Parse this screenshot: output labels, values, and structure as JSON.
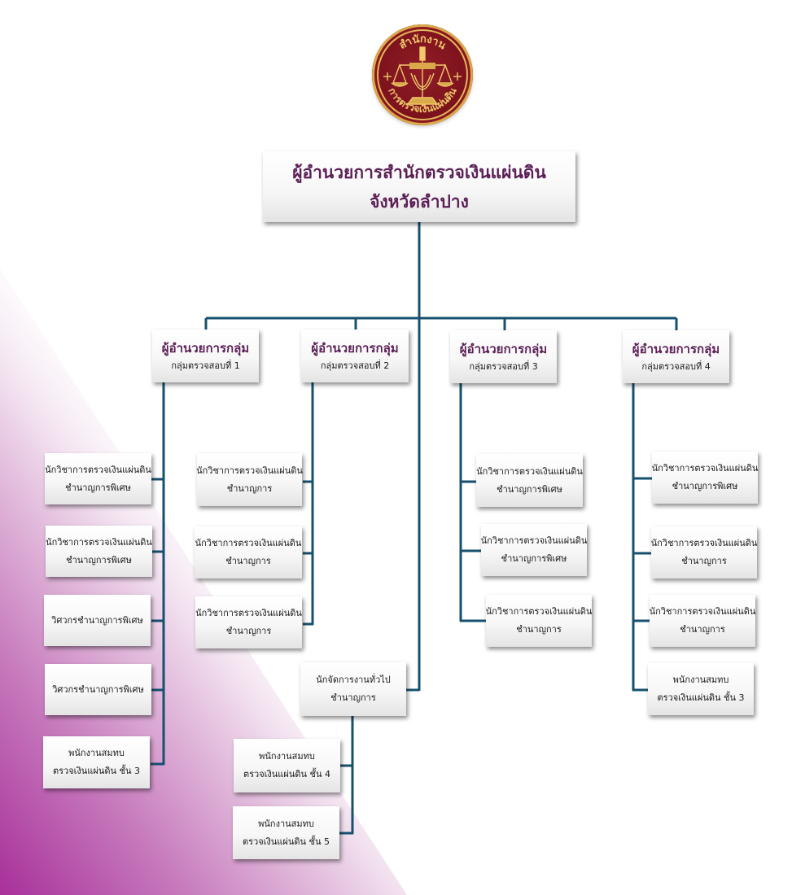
{
  "logo": {
    "icon": "seal-icon",
    "top_text": "สำนักงาน",
    "bottom_text": "การตรวจเงินแผ่นดิน",
    "colors": {
      "field": "#7a111b",
      "gold": "#e2b659"
    }
  },
  "top": {
    "line1": "ผู้อำนวยการสำนักตรวจเงินแผ่นดิน",
    "line2": "จังหวัดลำปาง"
  },
  "groups": [
    {
      "title": "ผู้อำนวยการกลุ่ม",
      "subtitle": "กลุ่มตรวจสอบที่ 1",
      "members": [
        {
          "line1": "นักวิชาการตรวจเงินแผ่นดิน",
          "line2": "ชำนาญการพิเศษ"
        },
        {
          "line1": "นักวิชาการตรวจเงินแผ่นดิน",
          "line2": "ชำนาญการพิเศษ"
        },
        {
          "line1": "วิศวกรชำนาญการพิเศษ",
          "line2": ""
        },
        {
          "line1": "วิศวกรชำนาญการพิเศษ",
          "line2": ""
        },
        {
          "line1": "พนักงานสมทบ",
          "line2": "ตรวจเงินแผ่นดิน ชั้น 3"
        }
      ]
    },
    {
      "title": "ผู้อำนวยการกลุ่ม",
      "subtitle": "กลุ่มตรวจสอบที่ 2",
      "members": [
        {
          "line1": "นักวิชาการตรวจเงินแผ่นดิน",
          "line2": "ชำนาญการ"
        },
        {
          "line1": "นักวิชาการตรวจเงินแผ่นดิน",
          "line2": "ชำนาญการ"
        },
        {
          "line1": "นักวิชาการตรวจเงินแผ่นดิน",
          "line2": "ชำนาญการ"
        }
      ]
    },
    {
      "title": "ผู้อำนวยการกลุ่ม",
      "subtitle": "กลุ่มตรวจสอบที่ 3",
      "members": [
        {
          "line1": "นักวิชาการตรวจเงินแผ่นดิน",
          "line2": "ชำนาญการพิเศษ"
        },
        {
          "line1": "นักวิชาการตรวจเงินแผ่นดิน",
          "line2": "ชำนาญการพิเศษ"
        },
        {
          "line1": "นักวิชาการตรวจเงินแผ่นดิน",
          "line2": "ชำนาญการ"
        }
      ]
    },
    {
      "title": "ผู้อำนวยการกลุ่ม",
      "subtitle": "กลุ่มตรวจสอบที่ 4",
      "members": [
        {
          "line1": "นักวิชาการตรวจเงินแผ่นดิน",
          "line2": "ชำนาญการพิเศษ"
        },
        {
          "line1": "นักวิชาการตรวจเงินแผ่นดิน",
          "line2": "ชำนาญการ"
        },
        {
          "line1": "นักวิชาการตรวจเงินแผ่นดิน",
          "line2": "ชำนาญการ"
        },
        {
          "line1": "พนักงานสมทบ",
          "line2": "ตรวจเงินแผ่นดิน ชั้น 3"
        }
      ]
    }
  ],
  "admin": {
    "head": {
      "line1": "นักจัดการงานทั่วไป",
      "line2": "ชำนาญการ"
    },
    "members": [
      {
        "line1": "พนักงานสมทบ",
        "line2": "ตรวจเงินแผ่นดิน ชั้น 4"
      },
      {
        "line1": "พนักงานสมทบ",
        "line2": "ตรวจเงินแผ่นดิน ชั้น 5"
      }
    ]
  },
  "colors": {
    "title_text": "#5b1f56",
    "connector": "#17506e",
    "background_accent": "#a8308f"
  }
}
